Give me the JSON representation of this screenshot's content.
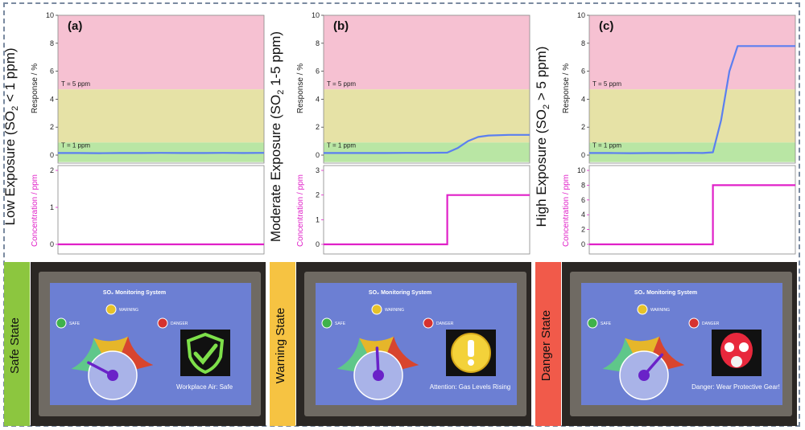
{
  "chart_data": [
    {
      "type": "line",
      "panel_label": "(a)",
      "side_title_main": "Low Exposure  (SO",
      "side_title_sub": "2",
      "side_title_end": " < 1 ppm)",
      "response": {
        "ylabel": "Response / %",
        "ylim": [
          0,
          10
        ],
        "yticks": [
          0,
          2,
          4,
          6,
          8,
          10
        ],
        "threshold_high_label": "T_H2 = 5 ppm",
        "threshold_low_label": "T_L1 = 1 ppm",
        "band_red": [
          4.7,
          10
        ],
        "band_yellow": [
          0.9,
          4.7
        ],
        "band_green": [
          -0.5,
          0.9
        ],
        "x": [
          0,
          0.1,
          0.2,
          0.3,
          0.4,
          0.5,
          0.6,
          0.7,
          0.8,
          0.9,
          1.0
        ],
        "y": [
          0.15,
          0.15,
          0.14,
          0.15,
          0.15,
          0.16,
          0.15,
          0.15,
          0.16,
          0.15,
          0.16
        ]
      },
      "concentration": {
        "ylabel": "Concentration / ppm",
        "ylim": [
          0,
          2
        ],
        "yticks": [
          0,
          1,
          2
        ],
        "x": [
          0,
          1.0
        ],
        "y": [
          0,
          0
        ]
      },
      "state_label": "Safe State",
      "state_color": "#8cc63f",
      "screen": {
        "title": "SO₂ Monitoring System",
        "gauge_value": 0.12,
        "message": "Workplace Air: Safe",
        "safe": "SAFE",
        "warning": "WARNING",
        "danger": "DANGER",
        "icon": "shield-check-icon"
      }
    },
    {
      "type": "line",
      "panel_label": "(b)",
      "side_title_main": "Moderate Exposure (SO",
      "side_title_sub": "2",
      "side_title_end": " 1-5 ppm)",
      "response": {
        "ylabel": "Response / %",
        "ylim": [
          0,
          10
        ],
        "yticks": [
          0,
          2,
          4,
          6,
          8,
          10
        ],
        "threshold_high_label": "T_H2 = 5 ppm",
        "threshold_low_label": "T_L1 = 1 ppm",
        "band_red": [
          4.7,
          10
        ],
        "band_yellow": [
          0.9,
          4.7
        ],
        "band_green": [
          -0.5,
          0.9
        ],
        "x": [
          0,
          0.1,
          0.2,
          0.3,
          0.4,
          0.5,
          0.6,
          0.65,
          0.7,
          0.75,
          0.8,
          0.9,
          1.0
        ],
        "y": [
          0.15,
          0.15,
          0.15,
          0.15,
          0.16,
          0.16,
          0.18,
          0.5,
          1.0,
          1.3,
          1.4,
          1.45,
          1.45
        ]
      },
      "concentration": {
        "ylabel": "Concentration / ppm",
        "ylim": [
          0,
          3
        ],
        "yticks": [
          0,
          1,
          2,
          3
        ],
        "x": [
          0,
          0.6,
          0.6,
          1.0
        ],
        "y": [
          0,
          0,
          2,
          2
        ]
      },
      "state_label": "Warning  State",
      "state_color": "#f6c342",
      "screen": {
        "title": "SO₂ Monitoring System",
        "gauge_value": 0.5,
        "message": "Attention: Gas Levels Rising",
        "safe": "SAFE",
        "warning": "WARNING",
        "danger": "DANGER",
        "icon": "exclamation-icon"
      }
    },
    {
      "type": "line",
      "panel_label": "(c)",
      "side_title_main": "High Exposure (SO",
      "side_title_sub": "2",
      "side_title_end": " > 5 ppm)",
      "response": {
        "ylabel": "Response / %",
        "ylim": [
          0,
          10
        ],
        "yticks": [
          0,
          2,
          4,
          6,
          8,
          10
        ],
        "threshold_high_label": "T_H2 = 5 ppm",
        "threshold_low_label": "T_L1 = 1 ppm",
        "band_red": [
          4.7,
          10
        ],
        "band_yellow": [
          0.9,
          4.7
        ],
        "band_green": [
          -0.5,
          0.9
        ],
        "x": [
          0,
          0.1,
          0.2,
          0.3,
          0.4,
          0.5,
          0.55,
          0.6,
          0.64,
          0.68,
          0.72,
          0.8,
          0.9,
          1.0
        ],
        "y": [
          0.15,
          0.15,
          0.14,
          0.15,
          0.15,
          0.16,
          0.15,
          0.2,
          2.5,
          6.0,
          7.8,
          7.8,
          7.8,
          7.8
        ]
      },
      "concentration": {
        "ylabel": "Concentration / ppm",
        "ylim": [
          0,
          10
        ],
        "yticks": [
          0,
          2,
          4,
          6,
          8,
          10
        ],
        "x": [
          0,
          0.6,
          0.6,
          1.0
        ],
        "y": [
          0,
          0,
          8,
          8
        ]
      },
      "state_label": "Danger State",
      "state_color": "#f15a4a",
      "screen": {
        "title": "SO₂ Monitoring System",
        "gauge_value": 0.78,
        "message": "Danger: Wear Protective Gear!",
        "safe": "SAFE",
        "warning": "WARNING",
        "danger": "DANGER",
        "icon": "gas-mask-icon"
      }
    }
  ],
  "colors": {
    "response_line": "#5b7ff0",
    "concentration_line": "#e020c8",
    "band_red": "#f6c1d2",
    "band_yellow": "#e6e2a6",
    "band_green": "#b9e6a4",
    "concentration_axis": "#e020c8"
  }
}
